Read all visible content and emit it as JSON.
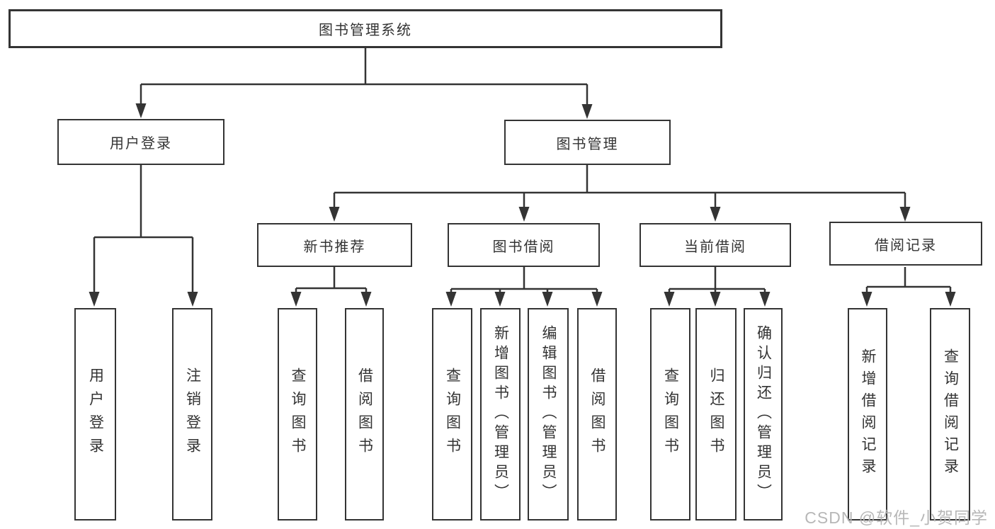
{
  "diagram": {
    "title": "图书管理系统",
    "colors": {
      "line": "#343434",
      "text": "#333333",
      "background": "#ffffff",
      "watermark": "#b4b4b4"
    },
    "nodes": {
      "root": {
        "label": "图书管理系统"
      },
      "user_login": {
        "label": "用户登录"
      },
      "book_mgmt": {
        "label": "图书管理"
      },
      "new_book_rec": {
        "label": "新书推荐"
      },
      "book_borrow": {
        "label": "图书借阅"
      },
      "current_borrow": {
        "label": "当前借阅"
      },
      "borrow_record": {
        "label": "借阅记录"
      },
      "leaf_user_login": {
        "label": "用户登录"
      },
      "leaf_logout": {
        "label": "注销登录"
      },
      "leaf_query_book_rec": {
        "label": "查询图书"
      },
      "leaf_borrow_book_rec": {
        "label": "借阅图书"
      },
      "leaf_query_book_borrow": {
        "label": "查询图书"
      },
      "leaf_add_book_admin": {
        "label": "新增图书（管理员）"
      },
      "leaf_edit_book_admin": {
        "label": "编辑图书（管理员）"
      },
      "leaf_borrow_book_borrow": {
        "label": "借阅图书"
      },
      "leaf_query_book_current": {
        "label": "查询图书"
      },
      "leaf_return_book": {
        "label": "归还图书"
      },
      "leaf_confirm_return_admin": {
        "label": "确认归还（管理员）"
      },
      "leaf_add_borrow_record": {
        "label": "新增借阅记录"
      },
      "leaf_query_borrow_record": {
        "label": "查询借阅记录"
      }
    }
  },
  "watermark": {
    "text": "CSDN @软件_小贺同学"
  }
}
